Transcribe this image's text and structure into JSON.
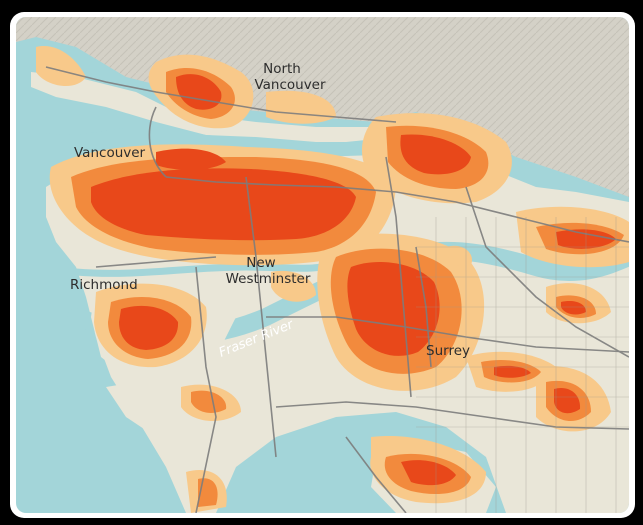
{
  "map": {
    "labels": {
      "north_vancouver_line1": "North",
      "north_vancouver_line2": "Vancouver",
      "vancouver": "Vancouver",
      "new_westminster_line1": "New",
      "new_westminster_line2": "Westminster",
      "richmond": "Richmond",
      "surrey": "Surrey",
      "fraser_river": "Fraser River"
    },
    "colors": {
      "water": "#a3d5d9",
      "land": "#e9e6d8",
      "mountain": "#d4d1c7",
      "density_low": "#f8c98a",
      "density_mid": "#f28a3d",
      "density_high": "#e8481a",
      "roads": "#7d7d7d",
      "frame": "#ffffff"
    },
    "legend": null
  }
}
